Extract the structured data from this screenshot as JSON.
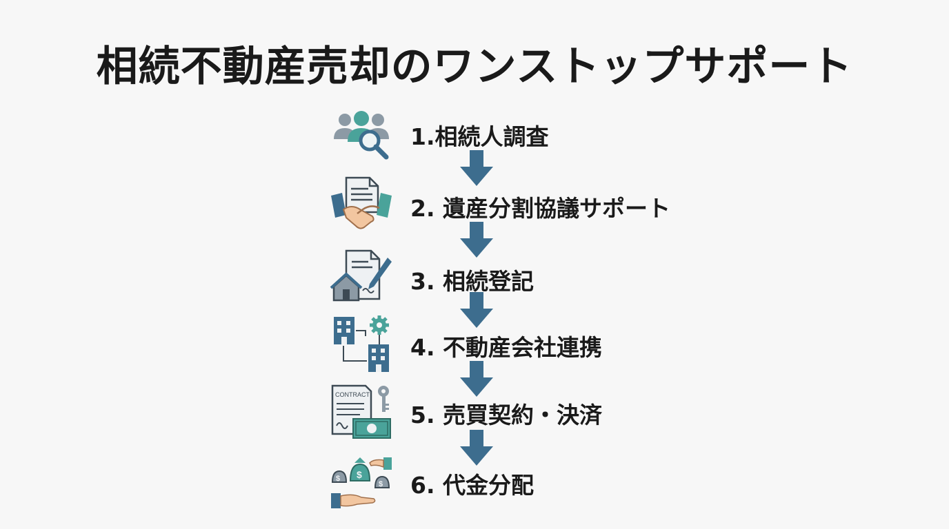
{
  "title": "相続不動産売却のワンストップサポート",
  "colors": {
    "arrow": "#3d6d8e",
    "teal": "#4aa39a",
    "navy": "#3d6d8e",
    "gray": "#8c9aa5",
    "skin": "#f2c6a0"
  },
  "steps": [
    {
      "label": "1.相続人調査",
      "icon": "people-search-icon"
    },
    {
      "label": "2. 遺産分割協議サポート",
      "icon": "handshake-document-icon"
    },
    {
      "label": "3. 相続登記",
      "icon": "house-deed-pen-icon"
    },
    {
      "label": "4. 不動産会社連携",
      "icon": "buildings-gear-icon"
    },
    {
      "label": "5. 売買契約・決済",
      "icon": "contract-key-money-icon"
    },
    {
      "label": "6. 代金分配",
      "icon": "money-bags-hands-icon"
    }
  ],
  "contract_icon_text": "CONTRACT"
}
